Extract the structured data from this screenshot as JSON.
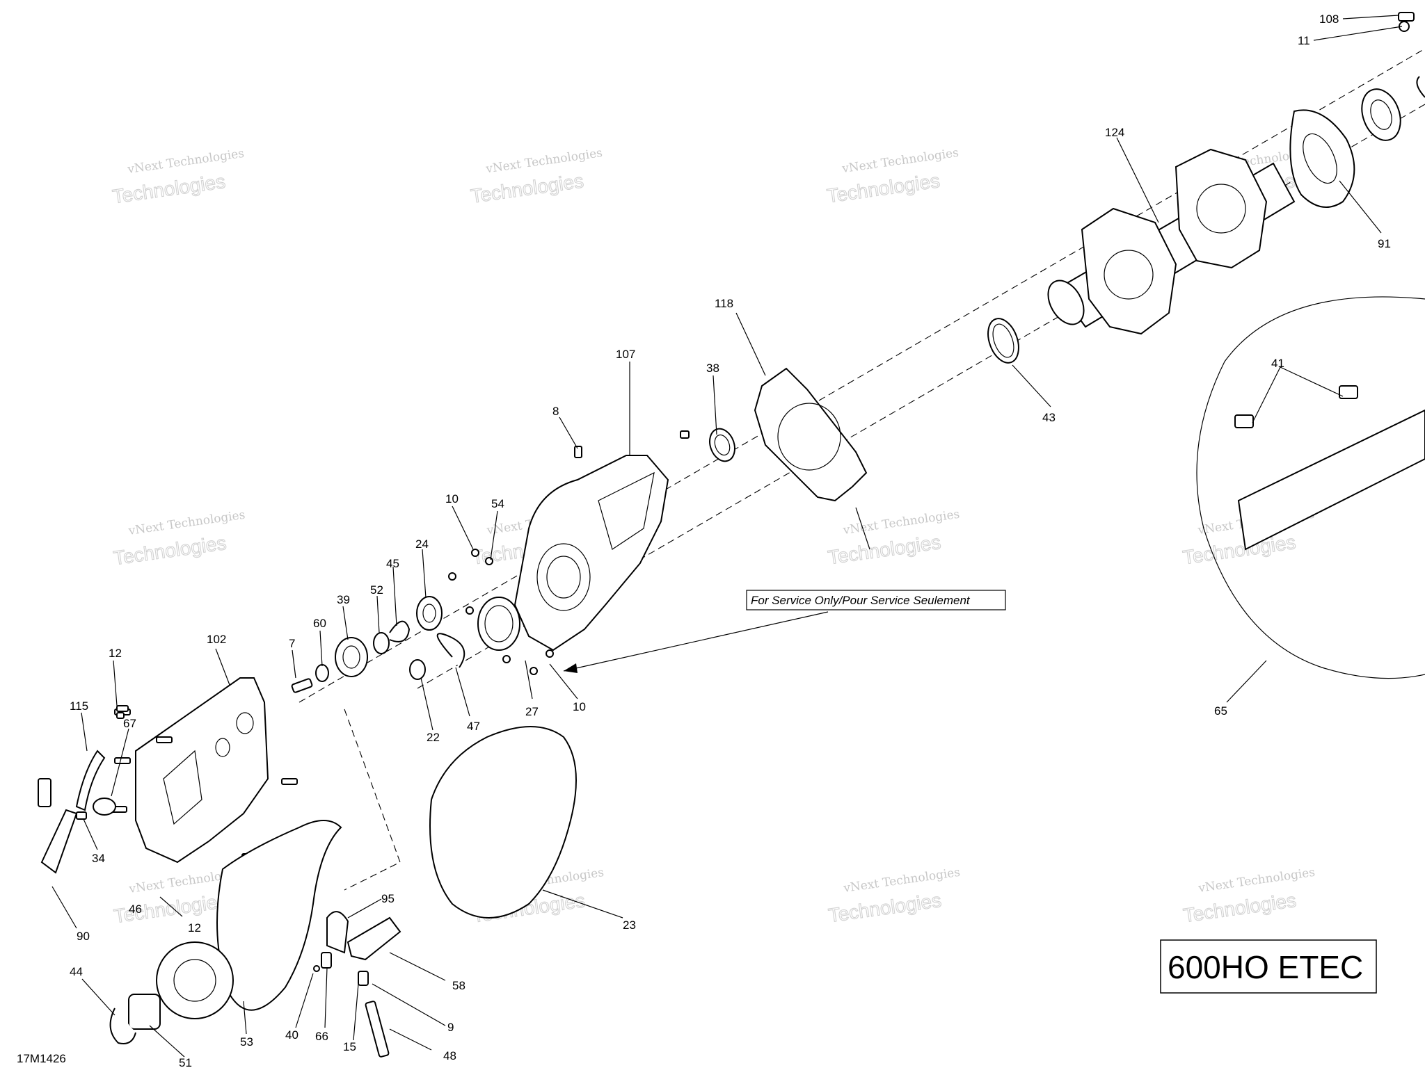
{
  "drawing_id": "17M1426",
  "model_badge": "600HO ETEC",
  "service_note": "For Service Only/Pour Service Seulement",
  "watermark": {
    "line1": "vNext Technologies",
    "line2": "Technologies"
  },
  "callouts": [
    {
      "id": "c108",
      "text": "108"
    },
    {
      "id": "c11",
      "text": "11"
    },
    {
      "id": "c124",
      "text": "124"
    },
    {
      "id": "c91",
      "text": "91"
    },
    {
      "id": "c118",
      "text": "118"
    },
    {
      "id": "c107",
      "text": "107"
    },
    {
      "id": "c38",
      "text": "38"
    },
    {
      "id": "c43",
      "text": "43"
    },
    {
      "id": "c41",
      "text": "41"
    },
    {
      "id": "c8",
      "text": "8"
    },
    {
      "id": "c10a",
      "text": "10"
    },
    {
      "id": "c54",
      "text": "54"
    },
    {
      "id": "c24",
      "text": "24"
    },
    {
      "id": "c45",
      "text": "45"
    },
    {
      "id": "c52",
      "text": "52"
    },
    {
      "id": "c39",
      "text": "39"
    },
    {
      "id": "c60",
      "text": "60"
    },
    {
      "id": "c7",
      "text": "7"
    },
    {
      "id": "c102",
      "text": "102"
    },
    {
      "id": "c12a",
      "text": "12"
    },
    {
      "id": "c115",
      "text": "115"
    },
    {
      "id": "c67",
      "text": "67"
    },
    {
      "id": "c34",
      "text": "34"
    },
    {
      "id": "c22",
      "text": "22"
    },
    {
      "id": "c47",
      "text": "47"
    },
    {
      "id": "c27",
      "text": "27"
    },
    {
      "id": "c10b",
      "text": "10"
    },
    {
      "id": "c65",
      "text": "65"
    },
    {
      "id": "c23",
      "text": "23"
    },
    {
      "id": "c95",
      "text": "95"
    },
    {
      "id": "c46",
      "text": "46"
    },
    {
      "id": "c12b",
      "text": "12"
    },
    {
      "id": "c90",
      "text": "90"
    },
    {
      "id": "c58",
      "text": "58"
    },
    {
      "id": "c44",
      "text": "44"
    },
    {
      "id": "c9",
      "text": "9"
    },
    {
      "id": "c53",
      "text": "53"
    },
    {
      "id": "c40",
      "text": "40"
    },
    {
      "id": "c66",
      "text": "66"
    },
    {
      "id": "c15",
      "text": "15"
    },
    {
      "id": "c48",
      "text": "48"
    },
    {
      "id": "c51",
      "text": "51"
    }
  ]
}
